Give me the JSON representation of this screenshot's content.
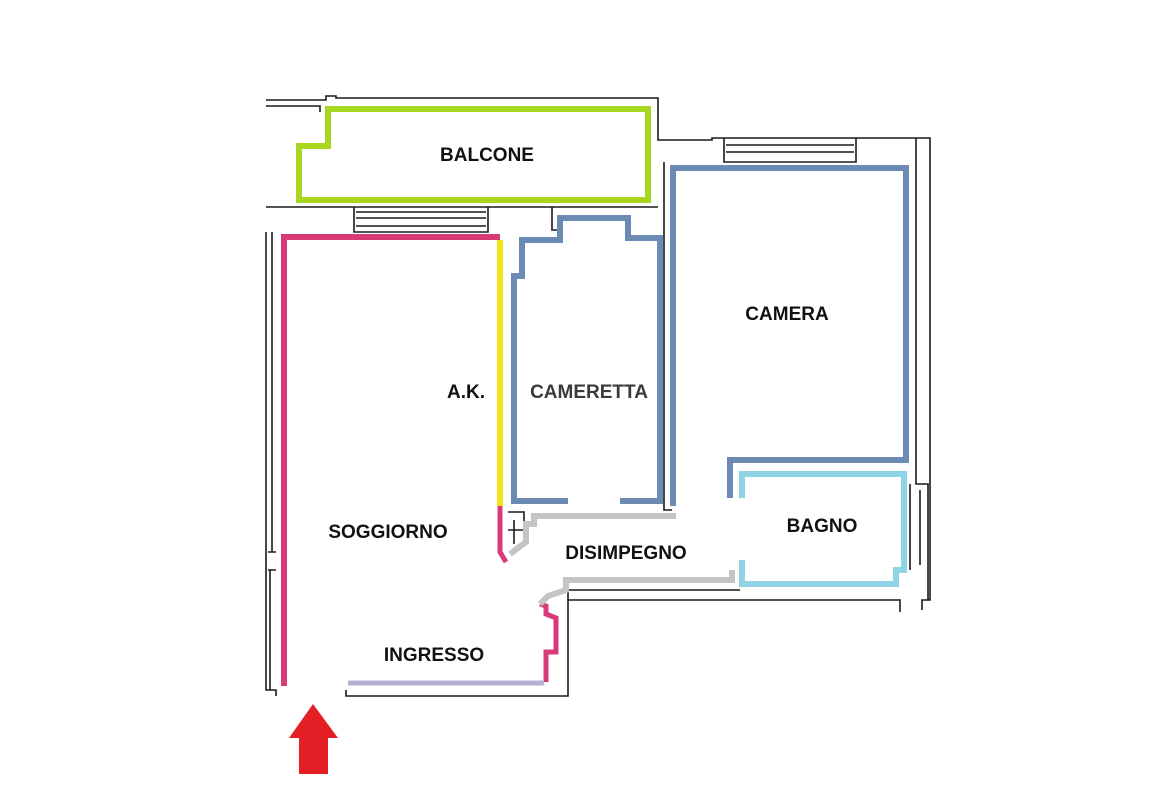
{
  "floorplan": {
    "rooms": [
      {
        "id": "balcone",
        "label": "BALCONE",
        "color": "#a6d620"
      },
      {
        "id": "soggiorno",
        "label": "SOGGIORNO",
        "color": "#d83a78"
      },
      {
        "id": "angolo-cottura",
        "label": "A.K.",
        "color": "#f2e218"
      },
      {
        "id": "cameretta",
        "label": "CAMERETTA",
        "color": "#6b8bb5"
      },
      {
        "id": "camera",
        "label": "CAMERA",
        "color": "#6b8bb5"
      },
      {
        "id": "bagno",
        "label": "BAGNO",
        "color": "#8fd3e6"
      },
      {
        "id": "disimpegno",
        "label": "DISIMPEGNO",
        "color": "#c4c4c4"
      },
      {
        "id": "ingresso",
        "label": "INGRESSO",
        "color": "#b7b0d0"
      }
    ],
    "colors": {
      "wall": "#1a1a1a",
      "entrance_arrow": "#e31e24",
      "background": "#ffffff"
    },
    "icons": {
      "entrance": "entrance-arrow-icon"
    }
  }
}
